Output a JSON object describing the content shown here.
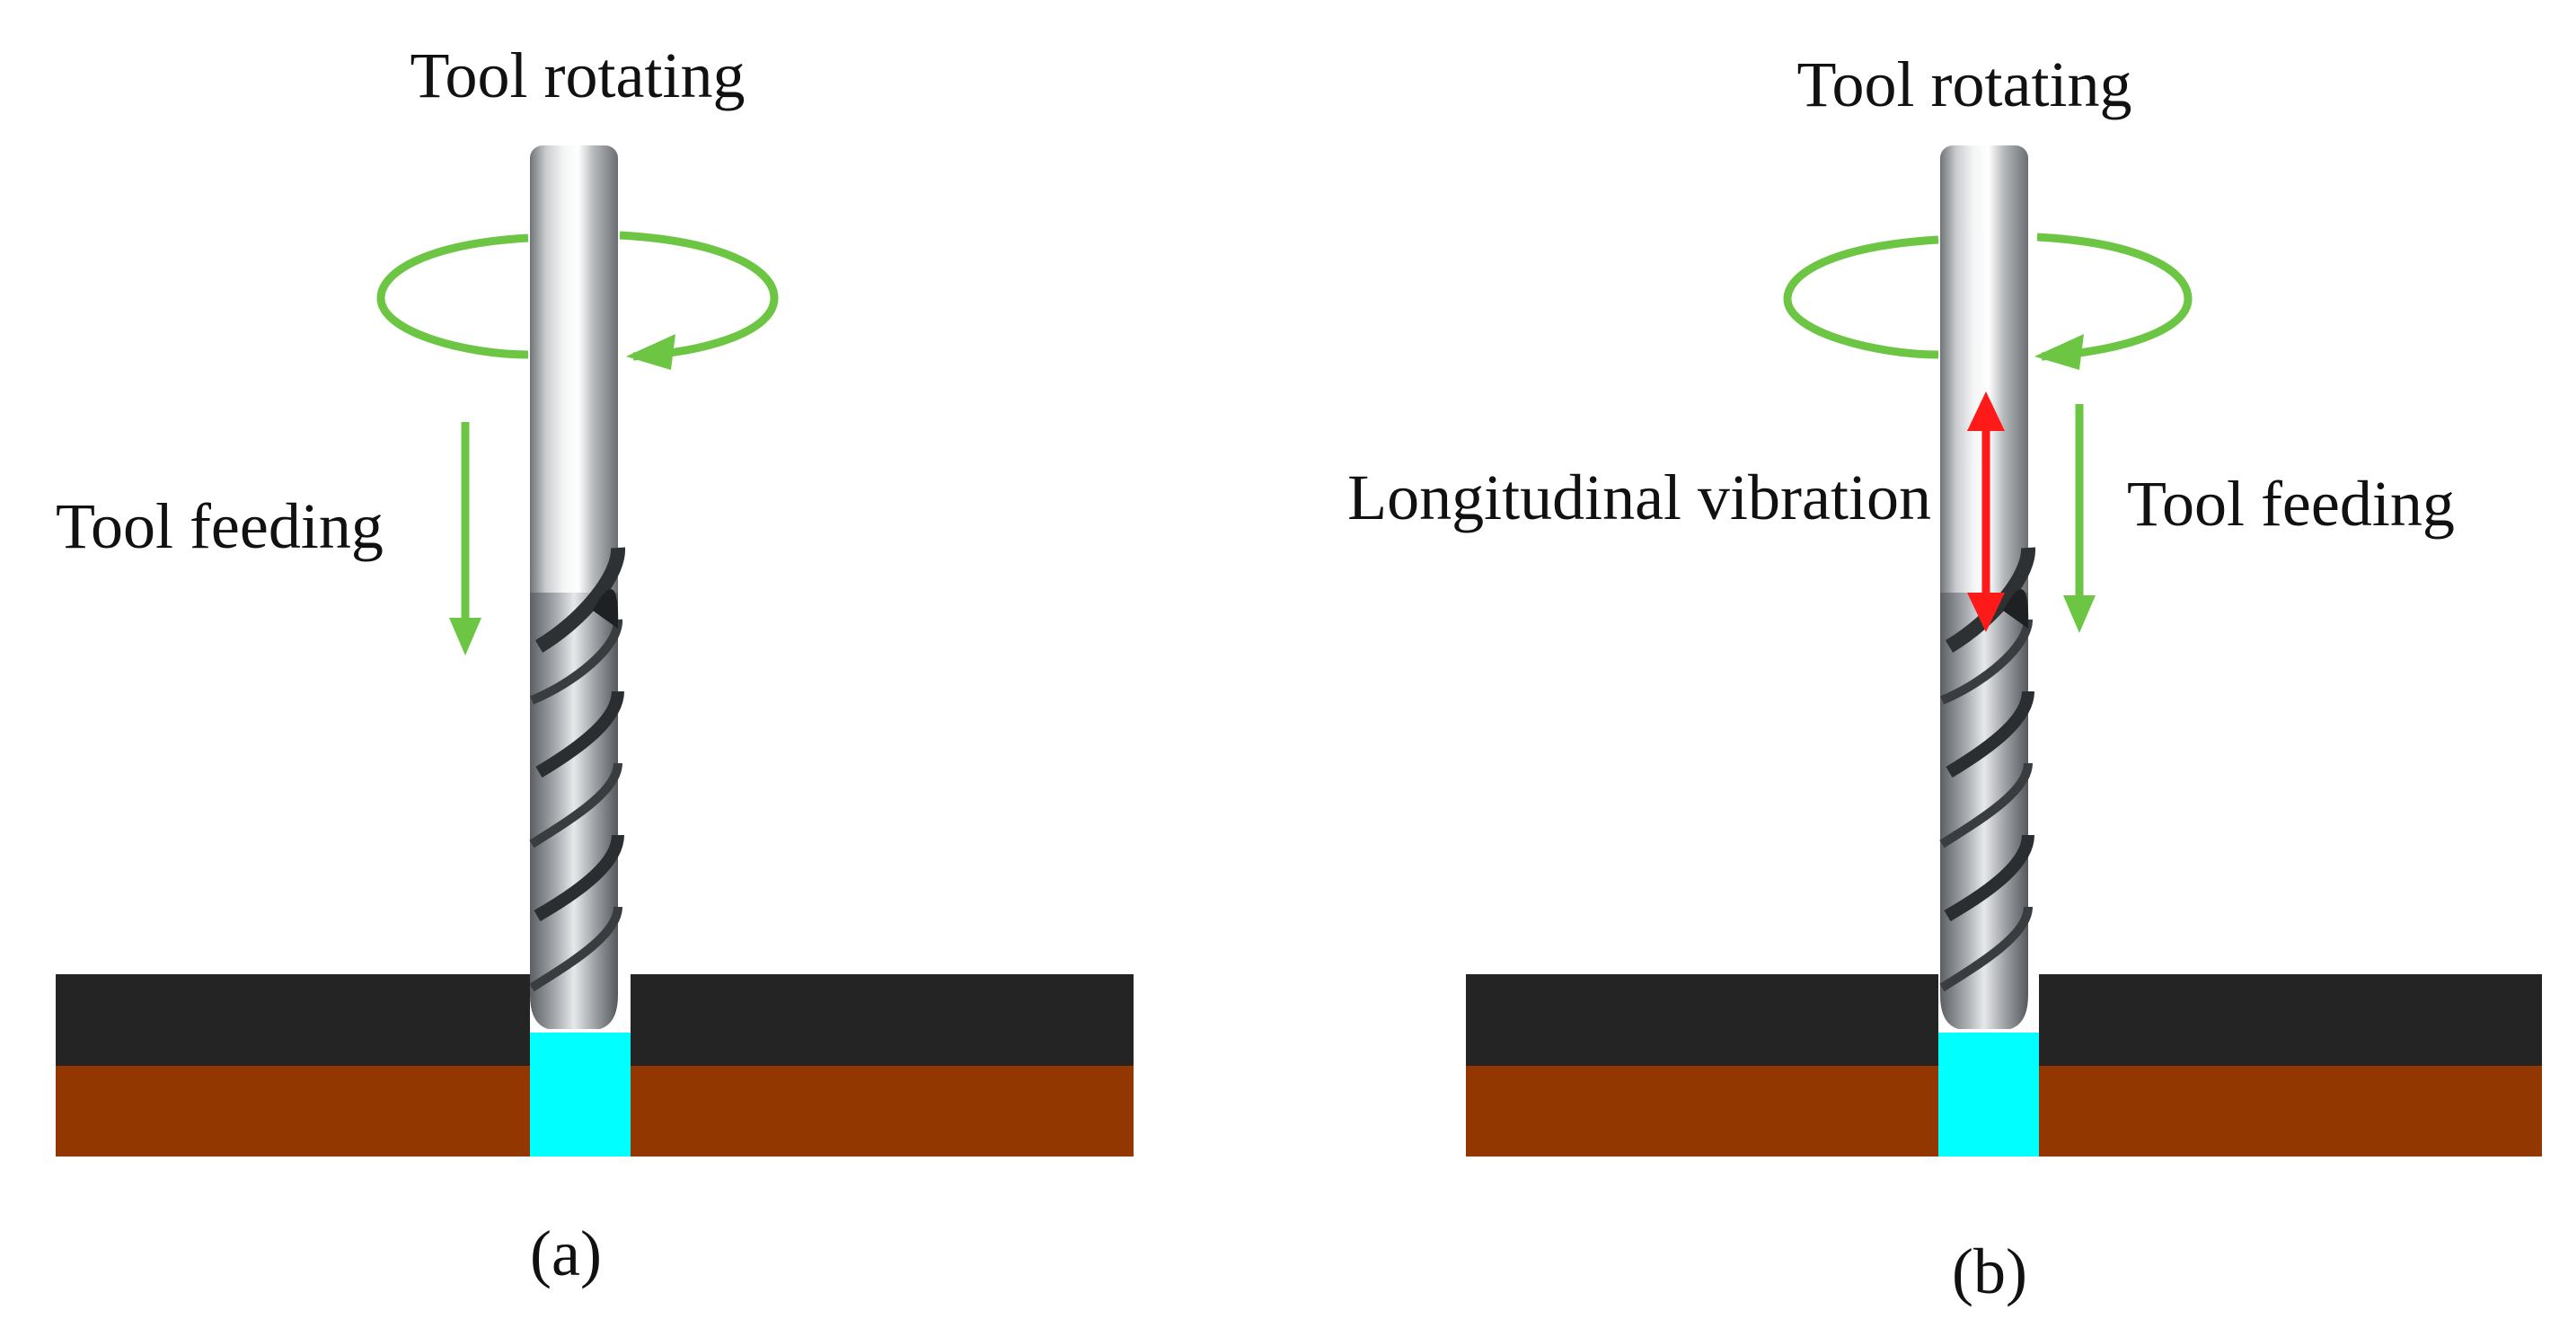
{
  "panels": [
    {
      "id": "a",
      "caption": "(a)",
      "rotation_label": "Tool rotating",
      "feed_label": "Tool feeding",
      "vibration_label": ""
    },
    {
      "id": "b",
      "caption": "(b)",
      "rotation_label": "Tool rotating",
      "feed_label": "Tool feeding",
      "vibration_label": "Longitudinal vibration"
    }
  ],
  "colors": {
    "rotation_arrow": "#6cc644",
    "feed_arrow": "#6cc644",
    "vibration_arrow": "#ff1a1a",
    "top_layer": "#242424",
    "bottom_layer": "#933700",
    "hole": "#00ffff",
    "tool_metal": "#b9bcbf"
  }
}
